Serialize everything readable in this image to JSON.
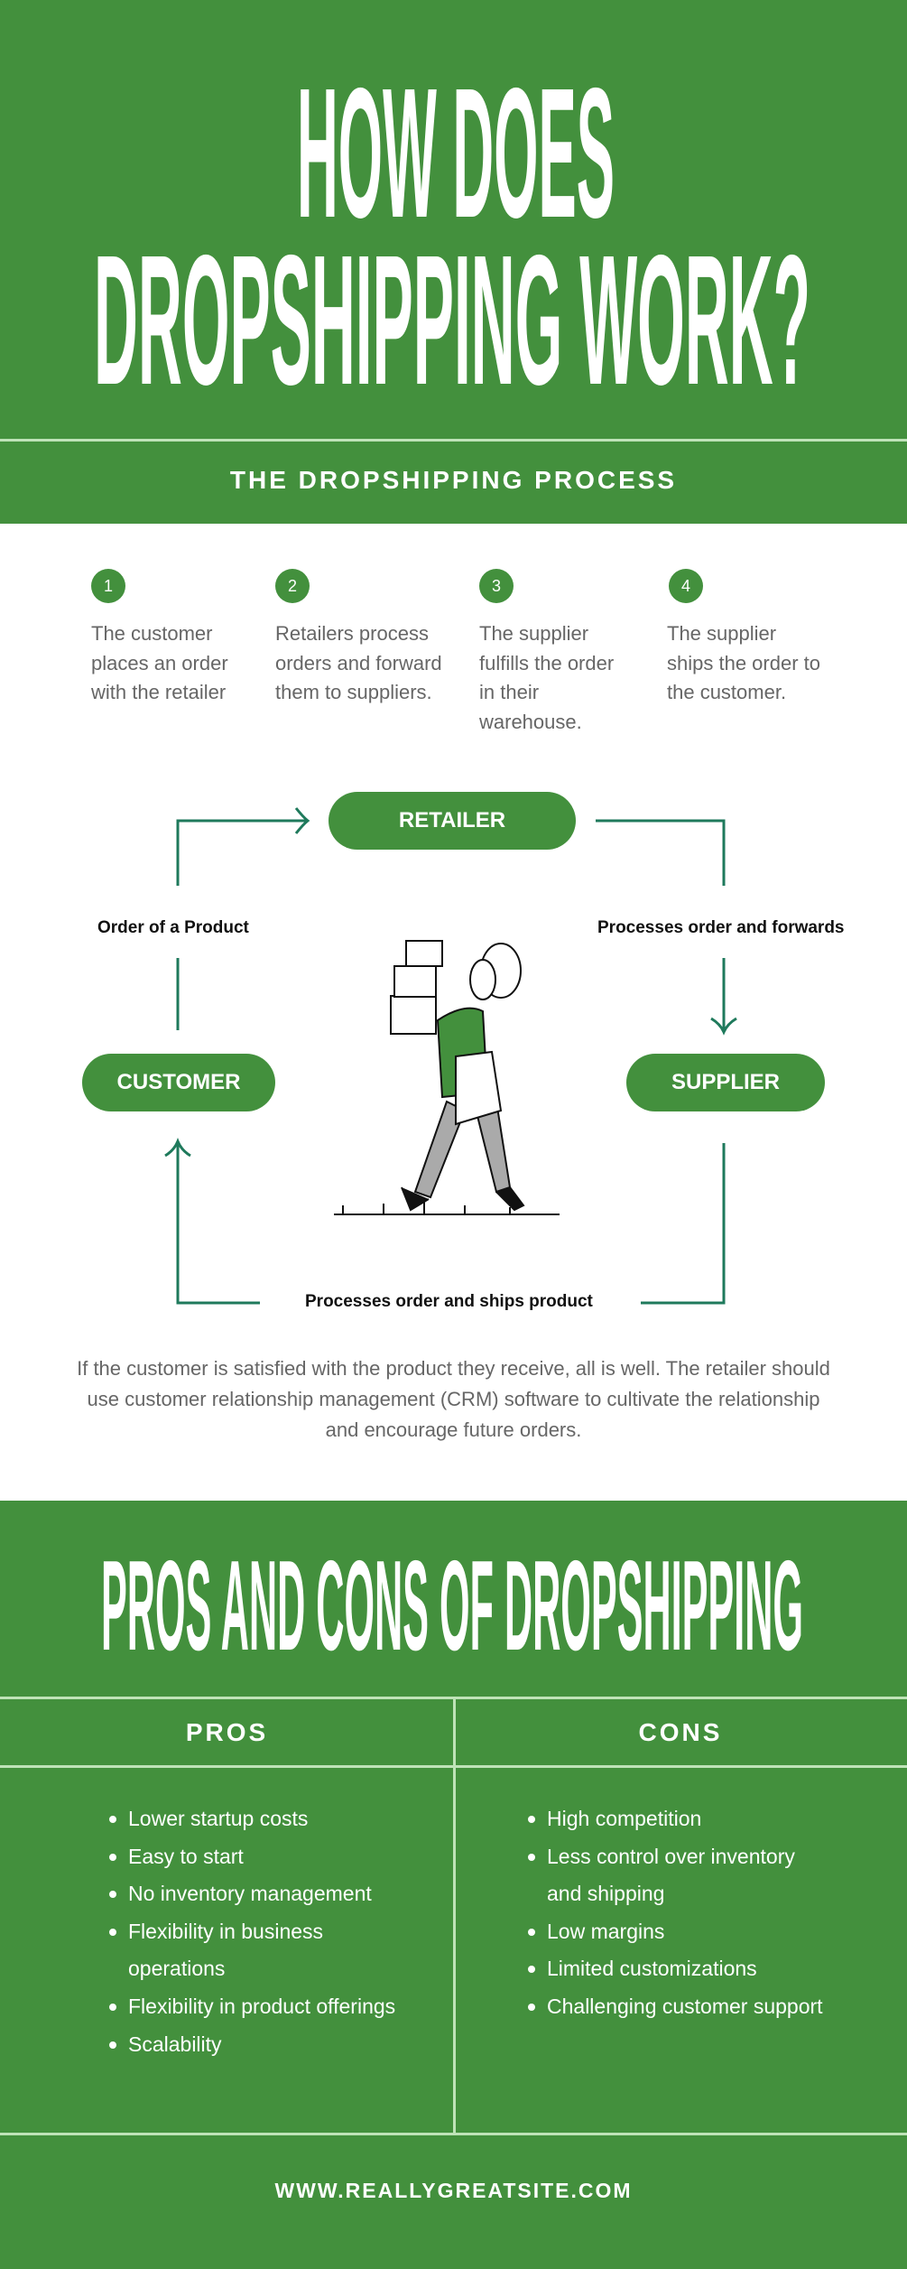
{
  "header": {
    "title_line1": "HOW DOES",
    "title_line2": "DROPSHIPPING WORK?"
  },
  "process": {
    "heading": "THE DROPSHIPPING PROCESS",
    "steps": [
      {
        "number": "1",
        "text": "The customer places an order with the retailer"
      },
      {
        "number": "2",
        "text": "Retailers process orders and forward them to suppliers."
      },
      {
        "number": "3",
        "text": "The supplier fulfills the order in their warehouse."
      },
      {
        "number": "4",
        "text": "The supplier ships the order to the customer."
      }
    ]
  },
  "flow": {
    "retailer": "RETAILER",
    "customer": "CUSTOMER",
    "supplier": "SUPPLIER",
    "label_left": "Order of a Product",
    "label_right": "Processes order and forwards",
    "label_bottom": "Processes order and ships product"
  },
  "paragraph": "If the customer is satisfied with the product they receive, all is well. The retailer should use customer relationship management (CRM) software to cultivate the relationship and encourage future orders.",
  "pros_cons": {
    "title": "PROS AND CONS OF DROPSHIPPING",
    "pros_heading": "PROS",
    "cons_heading": "CONS",
    "pros": [
      "Lower startup costs",
      "Easy to start",
      "No inventory management",
      "Flexibility in business operations",
      "Flexibility in product offerings",
      "Scalability"
    ],
    "cons": [
      "High competition",
      "Less control over inventory and shipping",
      "Low margins",
      "Limited customizations",
      "Challenging customer support"
    ]
  },
  "footer": {
    "website": "WWW.REALLYGREATSITE.COM"
  },
  "colors": {
    "green": "#43903d",
    "line": "#1f7a5c"
  }
}
